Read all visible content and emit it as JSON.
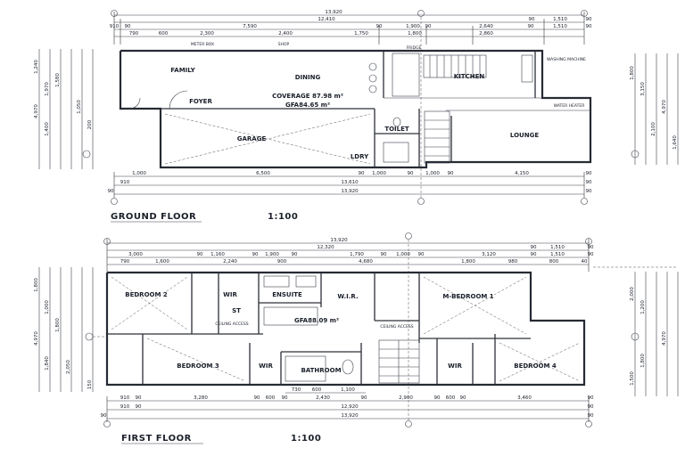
{
  "ground_floor": {
    "title": "GROUND FLOOR",
    "scale": "1:100",
    "overall": "13,920",
    "top_dims": {
      "row2": [
        "12,410",
        "90",
        "1,510",
        "90"
      ],
      "row3": [
        "910",
        "90",
        "7,590",
        "90",
        "1,900",
        "90",
        "2,640",
        "90",
        "1,510",
        "90"
      ],
      "row4": [
        "790",
        "600",
        "2,300",
        "2,400",
        "1,750",
        "1,800",
        "2,860"
      ]
    },
    "bottom_dims": {
      "row1": [
        "1,000",
        "6,500",
        "90",
        "1,000",
        "90",
        "1,000",
        "90",
        "4,150",
        "90"
      ],
      "row2": [
        "910",
        "13,610",
        "90"
      ],
      "row3": [
        "90",
        "13,920",
        "90"
      ]
    },
    "left_dims": [
      "1,240",
      "1,970",
      "1,580",
      "4,970",
      "1,400",
      "1,050",
      "200"
    ],
    "right_dims": [
      "1,800",
      "3,150",
      "4,970",
      "2,100",
      "1,640"
    ],
    "rooms": {
      "family": "FAMILY",
      "dining": "DINING",
      "kitchen": "KITCHEN",
      "foyer": "FOYER",
      "garage": "GARAGE",
      "lounge": "LOUNGE",
      "toilet": "TOILET",
      "ldry": "LDRY",
      "coverage": "COVERAGE 87.98 m²",
      "gfa": "GFA84.65 m²"
    },
    "notes": [
      "METER BOX",
      "SHOP",
      "FRIDGE",
      "WASHING MACHINE",
      "WATER HEATER"
    ]
  },
  "first_floor": {
    "title": "FIRST FLOOR",
    "scale": "1:100",
    "overall": "13,920",
    "top_dims": {
      "row2": [
        "12,320",
        "90",
        "1,510",
        "90"
      ],
      "row3": [
        "3,000",
        "90",
        "1,160",
        "90",
        "1,900",
        "90",
        "1,790",
        "90",
        "1,000",
        "90",
        "3,120",
        "90",
        "1,510",
        "90"
      ],
      "row4": [
        "790",
        "1,600",
        "2,240",
        "900",
        "4,680",
        "1,800",
        "980",
        "800",
        "40"
      ]
    },
    "bottom_dims": {
      "row0": [
        "730",
        "600",
        "1,100"
      ],
      "row1": [
        "910",
        "90",
        "3,280",
        "90",
        "600",
        "90",
        "2,430",
        "90",
        "2,900",
        "90",
        "600",
        "90",
        "3,460",
        "90"
      ],
      "row2": [
        "910",
        "90",
        "12,920",
        "90"
      ],
      "row3": [
        "90",
        "13,920",
        "90"
      ]
    },
    "left_dims": [
      "1,800",
      "1,000",
      "1,800",
      "4,970",
      "1,840",
      "2,050",
      "150"
    ],
    "right_dims": [
      "2,000",
      "1,200",
      "4,970",
      "1,800",
      "1,500"
    ],
    "rooms": {
      "bedroom2": "BEDROOM 2",
      "wir_a": "WIR",
      "ensuite": "ENSUITE",
      "wir_b": "W.I.R.",
      "mbedroom1": "M-BEDROOM 1",
      "st": "ST",
      "gfa": "GFA88.09 m²",
      "bedroom3": "BEDROOM 3",
      "wir_c": "WIR",
      "bathroom": "BATHROOM",
      "wir_d": "WIR",
      "bedroom4": "BEDROOM 4"
    },
    "notes": [
      "CEILING ACCESS",
      "CEILING ACCESS"
    ]
  }
}
